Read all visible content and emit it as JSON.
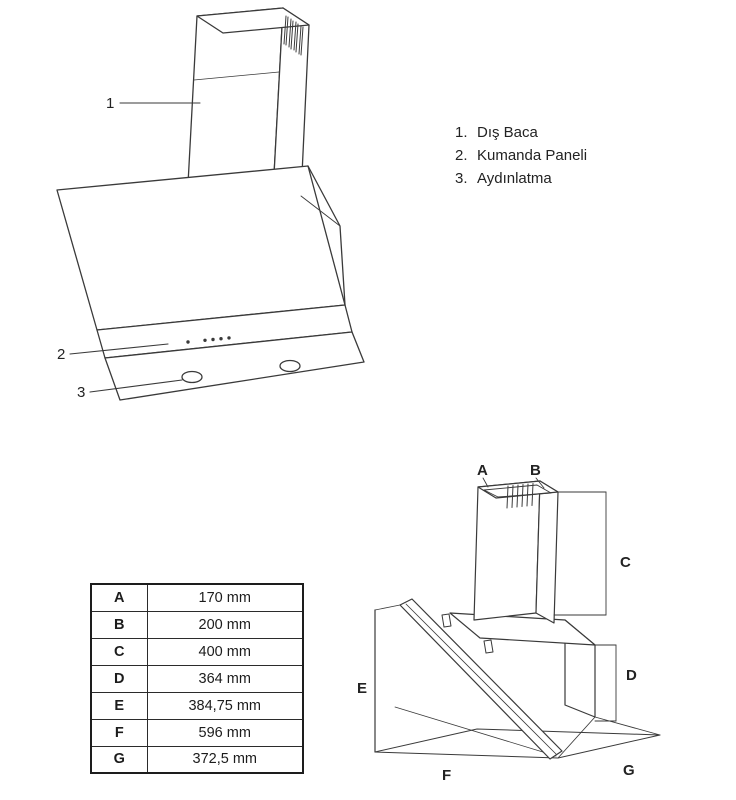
{
  "page": {
    "background": "#ffffff",
    "ink": "#3a3a3a"
  },
  "illustration": {
    "callouts": [
      {
        "num": "1"
      },
      {
        "num": "2"
      },
      {
        "num": "3"
      }
    ]
  },
  "legend": {
    "items": [
      {
        "num": "1.",
        "label": "Dış Baca"
      },
      {
        "num": "2.",
        "label": "Kumanda Paneli"
      },
      {
        "num": "3.",
        "label": "Aydınlatma"
      }
    ]
  },
  "table": {
    "rows": [
      {
        "key": "A",
        "value": "170 mm"
      },
      {
        "key": "B",
        "value": "200 mm"
      },
      {
        "key": "C",
        "value": "400 mm"
      },
      {
        "key": "D",
        "value": "364 mm"
      },
      {
        "key": "E",
        "value": "384,75 mm"
      },
      {
        "key": "F",
        "value": "596 mm"
      },
      {
        "key": "G",
        "value": "372,5 mm"
      }
    ]
  },
  "dims": {
    "A": "A",
    "B": "B",
    "C": "C",
    "D": "D",
    "E": "E",
    "F": "F",
    "G": "G"
  }
}
